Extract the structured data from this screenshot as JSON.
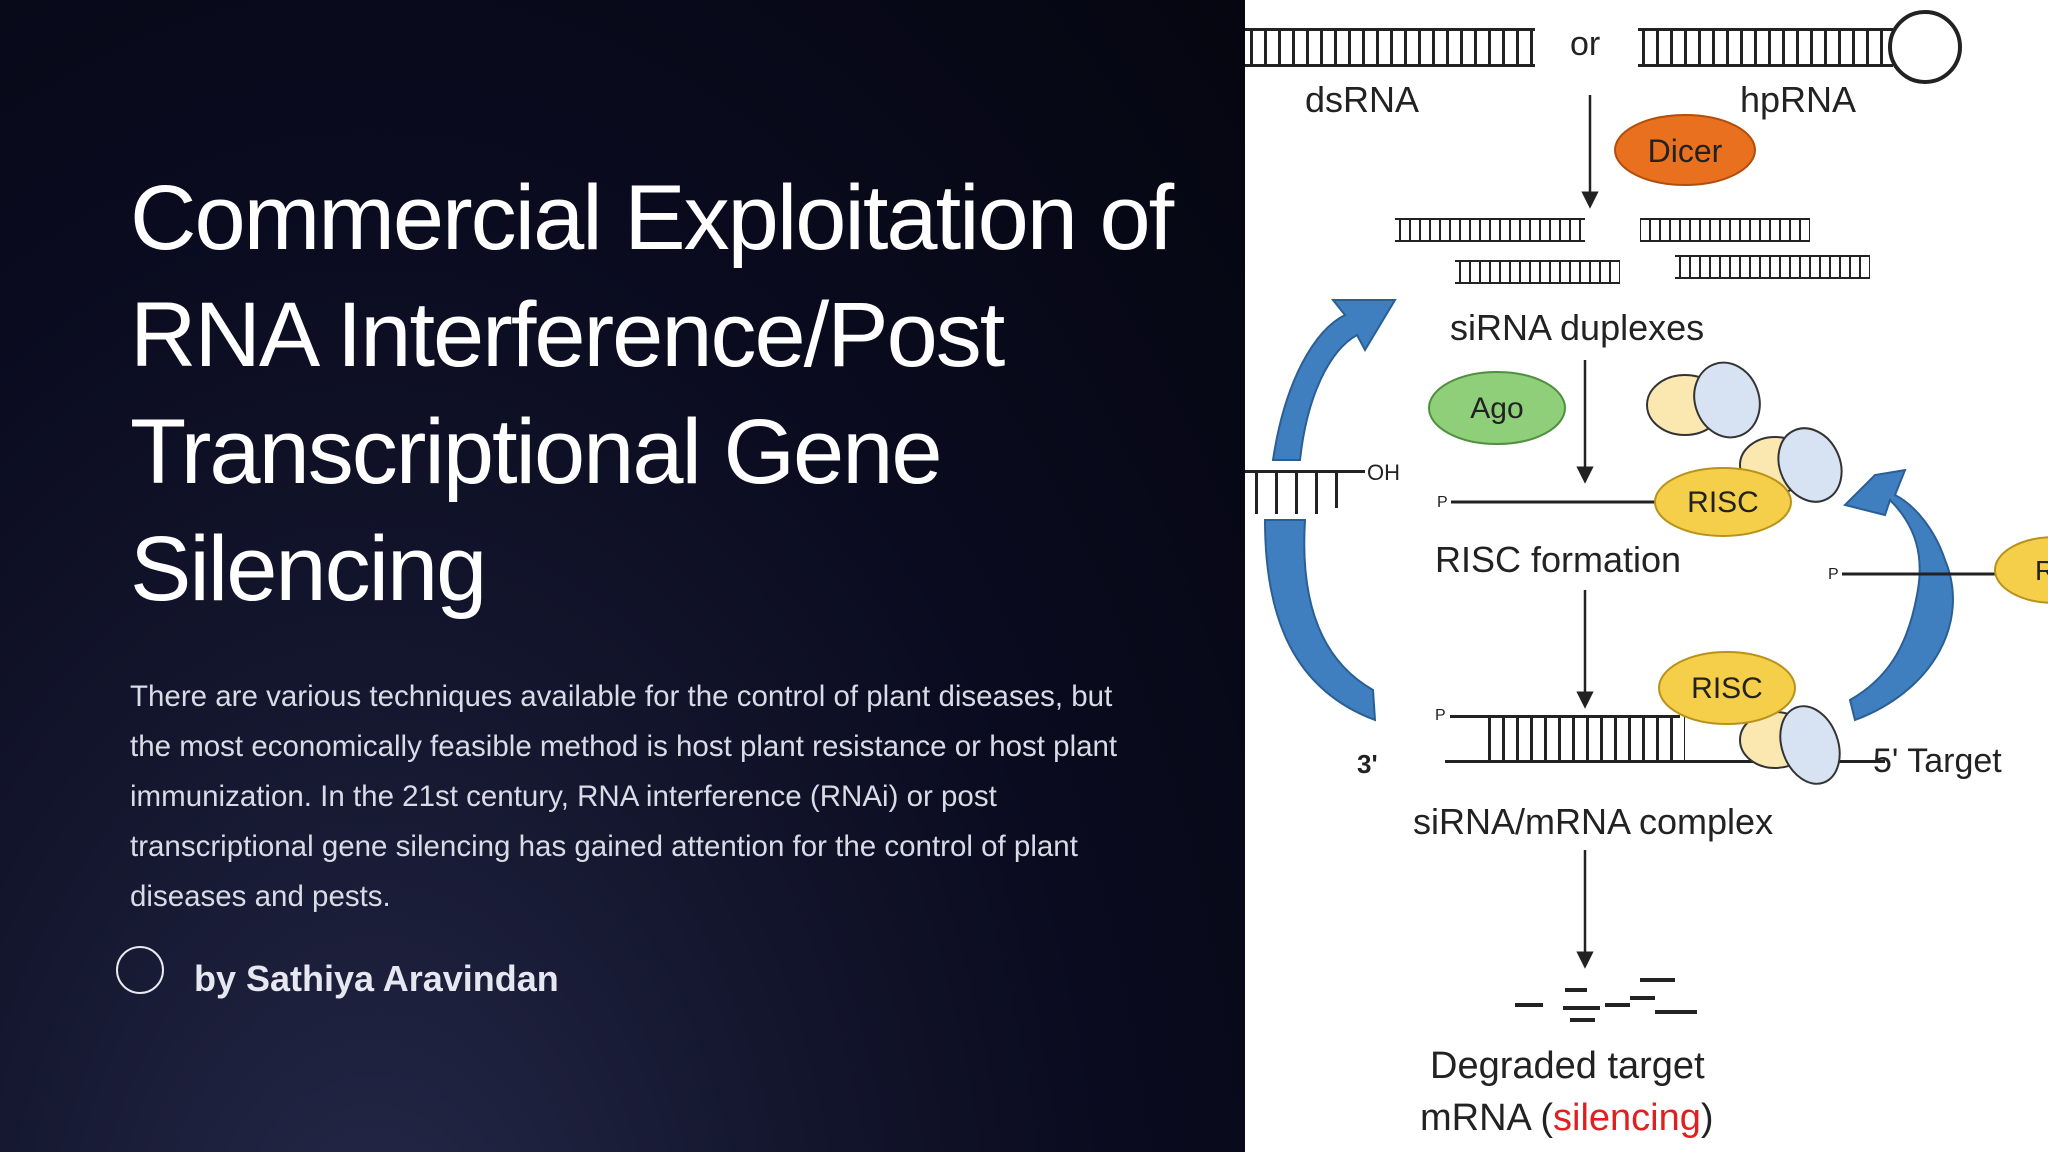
{
  "slide": {
    "title": "Commercial Exploitation of RNA Interference/Post Transcriptional Gene Silencing",
    "description": "There are various techniques available for the control of plant diseases, but the most economically feasible method is host plant resistance or host plant immunization. In the 21st century, RNA interference (RNAi) or post transcriptional gene silencing has gained attention for the control of plant diseases and pests.",
    "author": "by Sathiya Aravindan"
  },
  "diagram": {
    "or": "or",
    "dsrna": "dsRNA",
    "hprna": "hpRNA",
    "dicer": "Dicer",
    "sirna_duplexes": "siRNA duplexes",
    "ago": "Ago",
    "oh": "OH",
    "risc": "RISC",
    "risc_formation": "RISC formation",
    "p": "P",
    "three_prime": "3'",
    "five_prime_target": "5' Target",
    "complex": "siRNA/mRNA  complex",
    "degraded_1": "Degraded target",
    "degraded_2_a": "mRNA  (",
    "silencing": "silencing",
    "degraded_2_b": ")",
    "partial_label": "R",
    "colors": {
      "dicer": "#e8701f",
      "ago": "#8fcf7a",
      "risc": "#f5cf4a",
      "arrow_blue": "#3f7fc0",
      "silencing": "#e02020"
    }
  }
}
